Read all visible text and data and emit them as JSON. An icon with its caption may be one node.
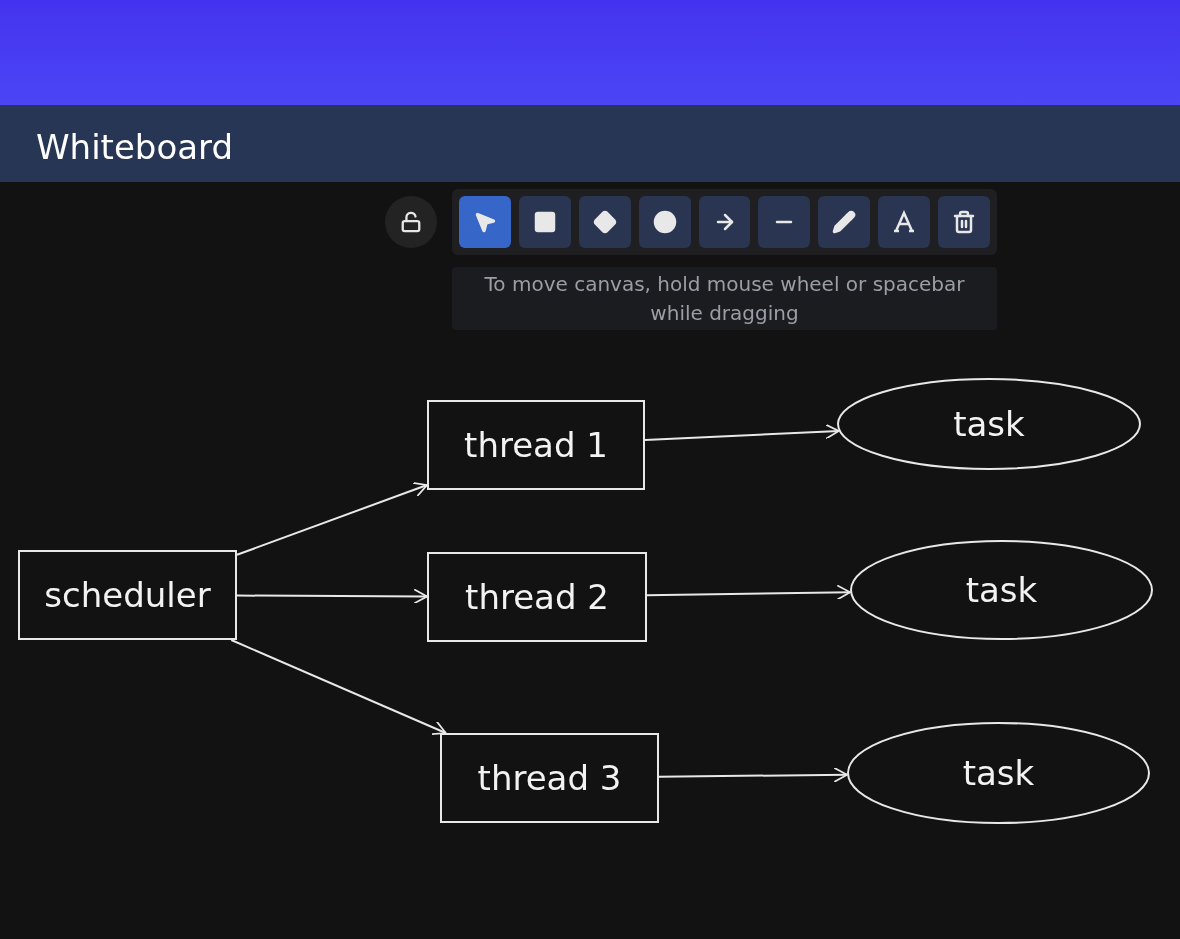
{
  "diagram": {
    "title": "Whiteboard",
    "nodes": [
      {
        "text": [
          "scheduler"
        ]
      },
      {
        "text": [
          "thread 1"
        ]
      },
      {
        "text": [
          "thread 2"
        ]
      },
      {
        "text": [
          "thread 3"
        ]
      },
      {
        "text": [
          "task"
        ]
      },
      {
        "text": [
          "task"
        ]
      },
      {
        "text": [
          "task"
        ]
      }
    ],
    "edges": [
      {
        "from": 0,
        "to": 1,
        "arrow": "to"
      },
      {
        "from": 0,
        "to": 2,
        "arrow": "to"
      },
      {
        "from": 0,
        "to": 3,
        "arrow": "to"
      },
      {
        "from": 1,
        "to": 4,
        "arrow": "to"
      },
      {
        "from": 2,
        "to": 5,
        "arrow": "to"
      },
      {
        "from": 3,
        "to": 6,
        "arrow": "to"
      }
    ],
    "labels": [
      "To move canvas, hold mouse wheel or spacebar while dragging"
    ]
  }
}
